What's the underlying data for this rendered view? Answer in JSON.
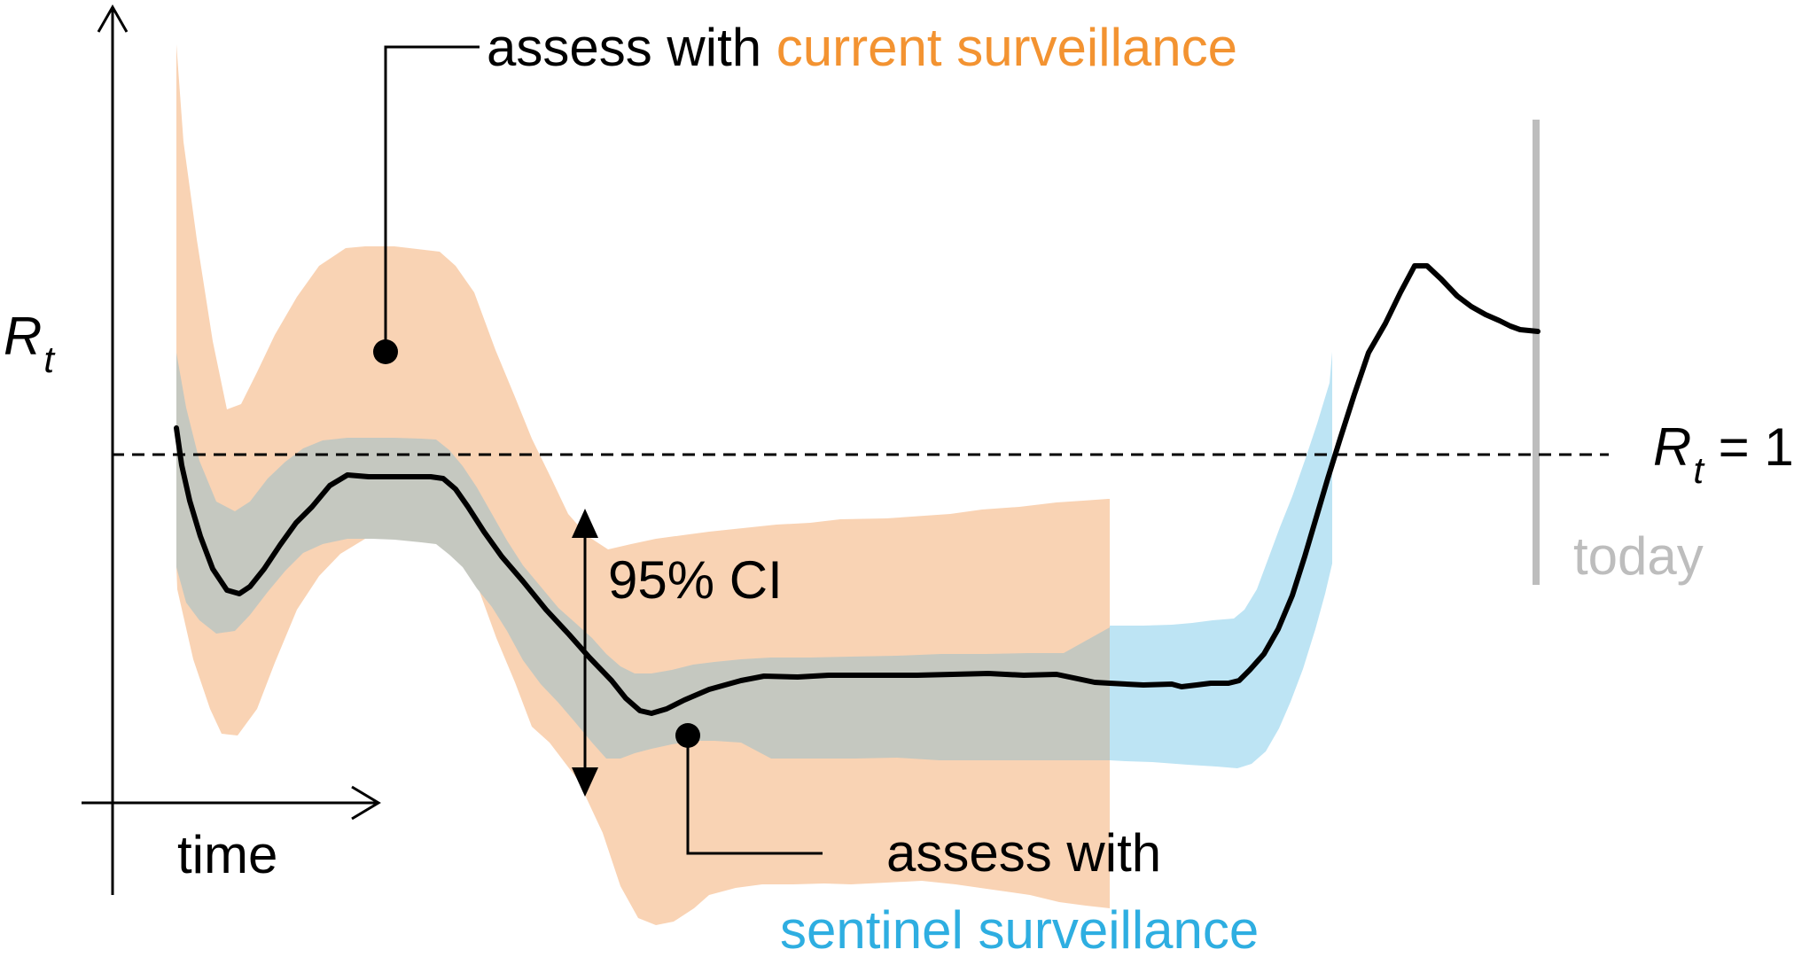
{
  "labels": {
    "y_axis_main": "R",
    "y_axis_sub": "t",
    "x_axis": "time",
    "threshold_main": "R",
    "threshold_sub": "t",
    "threshold_rest": " = 1",
    "today": "today",
    "ci": "95% CI",
    "top_prefix": "assess with ",
    "top_highlight": "current surveillance",
    "bottom_line1": "assess with",
    "bottom_highlight": "sentinel surveillance"
  },
  "colors": {
    "orange_text": "#f39331",
    "orange_band": "#f9d3b4",
    "blue_text": "#2eaee1",
    "blue_band": "#bde4f4",
    "gray_band": "#c5c8c0",
    "today_line": "#bdbdbd",
    "ink": "#000000"
  }
}
